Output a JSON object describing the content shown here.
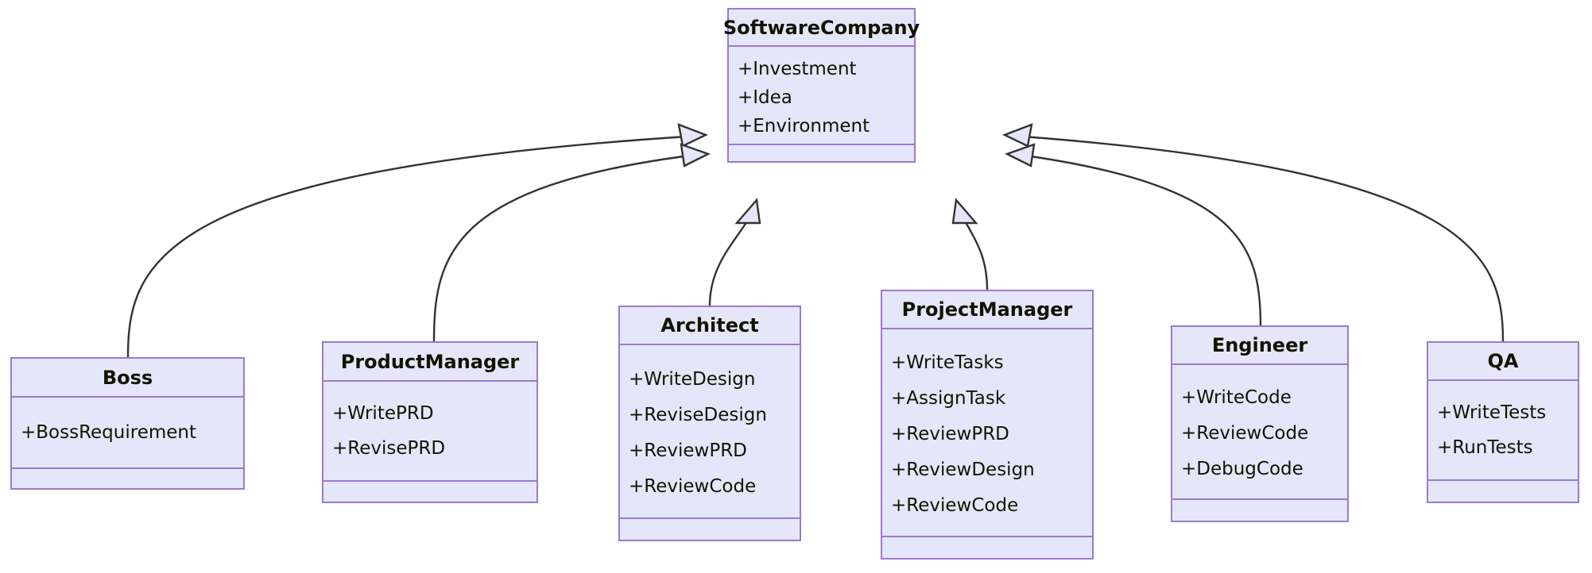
{
  "diagram": {
    "kind": "uml-class-diagram",
    "relationship": "generalization",
    "colors": {
      "box_fill": "#e6e6fa",
      "box_border": "#9a7ad1",
      "text": "#131300",
      "edge_line": "#333333",
      "arrowhead_fill": "#e6e6fa",
      "background": "#ffffff"
    },
    "classes": [
      {
        "id": "softwarecompany",
        "name": "SoftwareCompany",
        "members": [
          "+Investment",
          "+Idea",
          "+Environment"
        ],
        "methods": []
      },
      {
        "id": "boss",
        "name": "Boss",
        "members": [
          "+BossRequirement"
        ],
        "methods": []
      },
      {
        "id": "productmanager",
        "name": "ProductManager",
        "members": [
          "+WritePRD",
          "+RevisePRD"
        ],
        "methods": []
      },
      {
        "id": "architect",
        "name": "Architect",
        "members": [
          "+WriteDesign",
          "+ReviseDesign",
          "+ReviewPRD",
          "+ReviewCode"
        ],
        "methods": []
      },
      {
        "id": "projectmanager",
        "name": "ProjectManager",
        "members": [
          "+WriteTasks",
          "+AssignTask",
          "+ReviewPRD",
          "+ReviewDesign",
          "+ReviewCode"
        ],
        "methods": []
      },
      {
        "id": "engineer",
        "name": "Engineer",
        "members": [
          "+WriteCode",
          "+ReviewCode",
          "+DebugCode"
        ],
        "methods": []
      },
      {
        "id": "qa",
        "name": "QA",
        "members": [
          "+WriteTests",
          "+RunTests"
        ],
        "methods": []
      }
    ],
    "edges": [
      {
        "from": "boss",
        "to": "softwarecompany",
        "type": "generalization"
      },
      {
        "from": "productmanager",
        "to": "softwarecompany",
        "type": "generalization"
      },
      {
        "from": "architect",
        "to": "softwarecompany",
        "type": "generalization"
      },
      {
        "from": "projectmanager",
        "to": "softwarecompany",
        "type": "generalization"
      },
      {
        "from": "engineer",
        "to": "softwarecompany",
        "type": "generalization"
      },
      {
        "from": "qa",
        "to": "softwarecompany",
        "type": "generalization"
      }
    ]
  }
}
